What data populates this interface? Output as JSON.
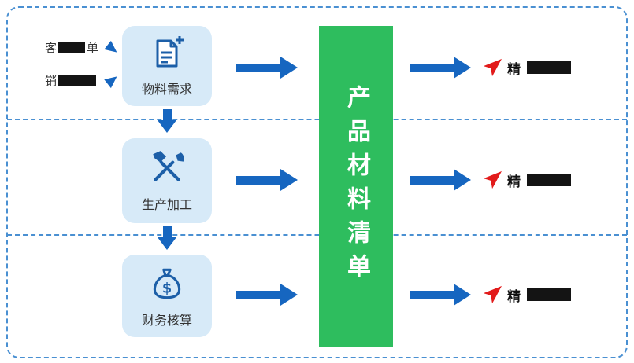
{
  "colors": {
    "dashed_border_blue": "#4a90d2",
    "arrow_blue": "#1666c0",
    "process_box_blue": "#d7eaf8",
    "icon_blue": "#1c5fa8",
    "center_bar_green": "#2ebd5e",
    "brand_red": "#e21b1b",
    "redaction_black": "#141414",
    "text_dark": "#333333"
  },
  "center_bar": {
    "label": "产品材料清单"
  },
  "rows": [
    {
      "box": {
        "label": "物料需求",
        "icon": "document-plus-icon"
      },
      "inputs": [
        {
          "pre": "客",
          "post": "单",
          "redacted": true
        },
        {
          "pre": "销",
          "post": "",
          "redacted": true
        }
      ],
      "output": {
        "label": "精",
        "redacted": true,
        "icon": "brand-logo-icon"
      }
    },
    {
      "box": {
        "label": "生产加工",
        "icon": "tools-icon"
      },
      "output": {
        "label": "精",
        "redacted": true,
        "icon": "brand-logo-icon"
      }
    },
    {
      "box": {
        "label": "财务核算",
        "icon": "money-bag-icon"
      },
      "output": {
        "label": "精",
        "redacted": true,
        "icon": "brand-logo-icon"
      }
    }
  ]
}
